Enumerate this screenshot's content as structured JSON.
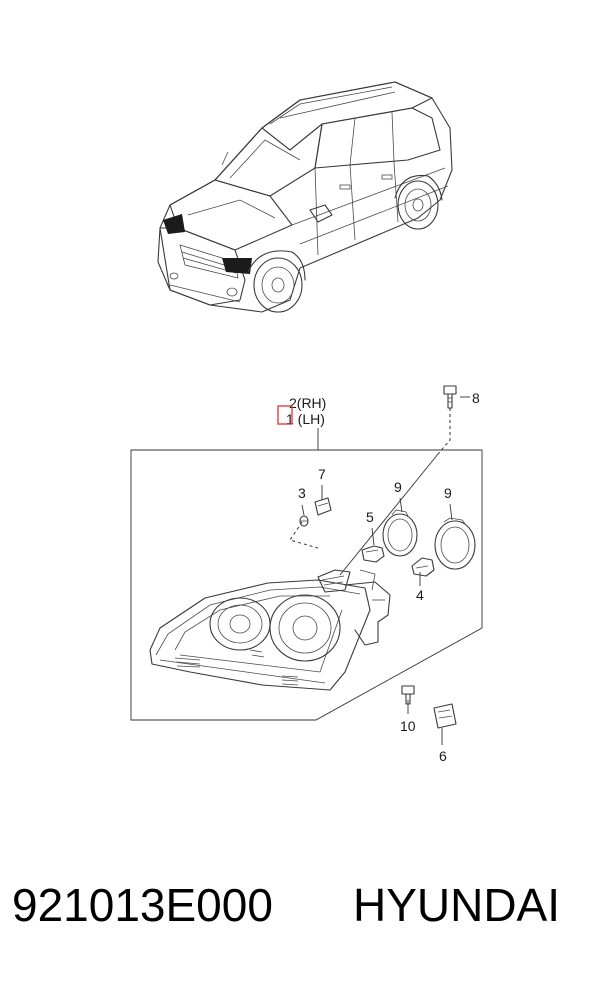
{
  "callouts": {
    "rh": "2(RH)",
    "lh": "1 (LH)",
    "c3": "3",
    "c4": "4",
    "c5": "5",
    "c6": "6",
    "c7": "7",
    "c8": "8",
    "c9a": "9",
    "c9b": "9",
    "c10": "10"
  },
  "footer": {
    "part_number": "921013E000",
    "brand": "HYUNDAI"
  },
  "colors": {
    "highlight_box": "#e04040",
    "line_art": "#3a3a3a",
    "text": "#000000"
  }
}
